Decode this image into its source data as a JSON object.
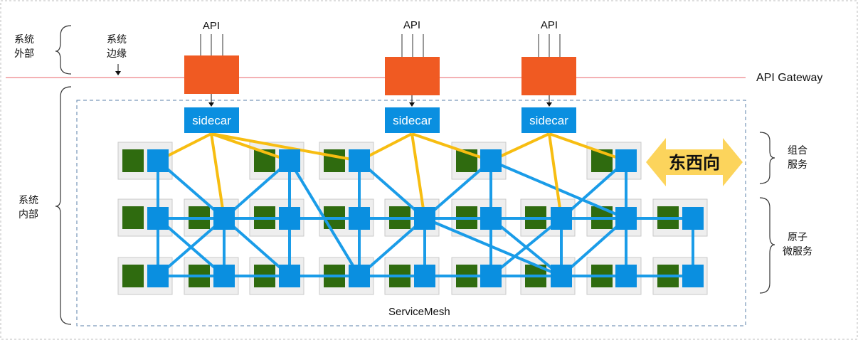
{
  "labels": {
    "system_outside_1": "系统",
    "system_outside_2": "外部",
    "system_edge_1": "系统",
    "system_edge_2": "边缘",
    "system_inside_1": "系统",
    "system_inside_2": "内部",
    "api_gateway": "API Gateway",
    "service_mesh": "ServiceMesh",
    "composite_1": "组合",
    "composite_2": "服务",
    "atomic_1": "原子",
    "atomic_2": "微服务",
    "east_west": "东西向"
  },
  "gateways": [
    {
      "api_label": "API",
      "sidecar_label": "sidecar"
    },
    {
      "api_label": "API",
      "sidecar_label": "sidecar"
    },
    {
      "api_label": "API",
      "sidecar_label": "sidecar"
    }
  ],
  "colors": {
    "gateway_box": "#f05a22",
    "sidecar_box": "#0a8fe0",
    "mesh_link": "#1a9ce8",
    "gateway_link": "#f7bd11",
    "service_green": "#2f6b0f",
    "service_card": "#eeeeee",
    "gateway_line": "#e8636a",
    "arrow_fill": "#fcd45c"
  }
}
